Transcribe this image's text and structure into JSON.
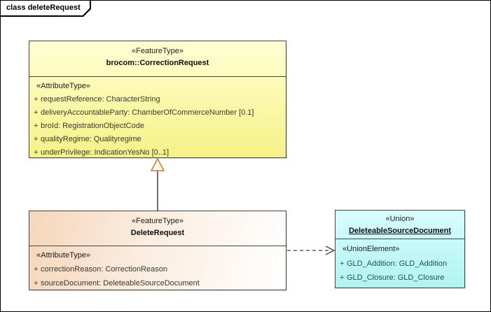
{
  "frame": {
    "title": "class deleteRequest"
  },
  "colors": {
    "correction_fill_top": "#FFFFD6",
    "correction_fill_bottom": "#F5F288",
    "delete_fill_left": "#F6D6BB",
    "delete_fill_right": "#FFFFFF",
    "union_fill_top": "#D9FEFE",
    "union_fill_bottom": "#B0F4F2",
    "box_border": "#45453A",
    "connector": "#3F3F3F",
    "generalization_outline": "#BD7F3F",
    "generalization_fill": "#FFF8E4"
  },
  "correction_request": {
    "stereotype": "«FeatureType»",
    "name": "brocom::CorrectionRequest",
    "attr_stereotype": "«AttributeType»",
    "attributes": [
      {
        "vis": "+",
        "text": "requestReference: CharacterString"
      },
      {
        "vis": "+",
        "text": "deliveryAccountableParty: ChamberOfCommerceNumber [0.1]"
      },
      {
        "vis": "+",
        "text": "broId: RegistrationObjectCode"
      },
      {
        "vis": "+",
        "text": "qualityRegime: Qualityregime"
      },
      {
        "vis": "+",
        "text": "underPrivilege: IndicationYesNo [0..1]"
      }
    ]
  },
  "delete_request": {
    "stereotype": "«FeatureType»",
    "name": "DeleteRequest",
    "attr_stereotype": "«AttributeType»",
    "attributes": [
      {
        "vis": "+",
        "text": "correctionReason: CorrectionReason"
      },
      {
        "vis": "+",
        "text": "sourceDocument: DeleteableSourceDocument"
      }
    ]
  },
  "deleteable_source_document": {
    "stereotype": "«Union»",
    "name": "DeleteableSourceDocument",
    "attr_stereotype": "«UnionElement»",
    "attributes": [
      {
        "vis": "+",
        "text": "GLD_Addition: GLD_Addition"
      },
      {
        "vis": "+",
        "text": "GLD_Closure: GLD_Closure"
      }
    ]
  }
}
